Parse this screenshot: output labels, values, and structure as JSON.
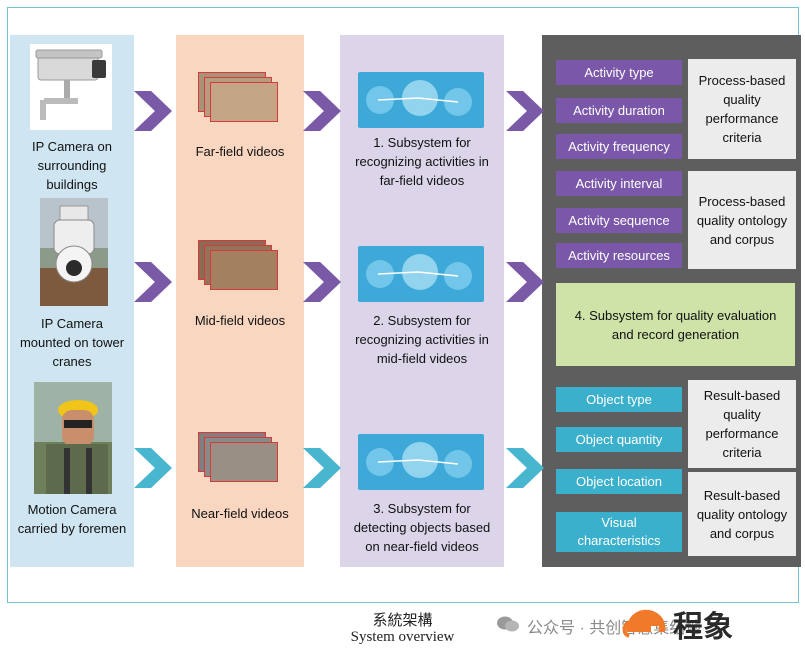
{
  "cameras": [
    {
      "label": "IP Camera on surrounding buildings",
      "icon": "ip-camera-icon"
    },
    {
      "label": "IP Camera mounted on tower cranes",
      "icon": "dome-camera-icon"
    },
    {
      "label": "Motion Camera carried by foremen",
      "icon": "worker-photo"
    }
  ],
  "videos": [
    {
      "label": "Far-field videos"
    },
    {
      "label": "Mid-field videos"
    },
    {
      "label": "Near-field videos"
    }
  ],
  "subsystems": [
    {
      "label": "1. Subsystem for recognizing activities in far-field videos"
    },
    {
      "label": "2. Subsystem for recognizing activities in mid-field videos"
    },
    {
      "label": "3. Subsystem for detecting objects based on near-field videos"
    }
  ],
  "outputs": {
    "activity_tags": [
      "Activity type",
      "Activity duration",
      "Activity frequency",
      "Activity interval",
      "Activity sequence",
      "Activity resources"
    ],
    "criteria_top": [
      "Process-based quality performance criteria",
      "Process-based quality ontology and corpus"
    ],
    "evaluation": "4. Subsystem for quality evaluation and record generation",
    "object_tags": [
      "Object type",
      "Object quantity",
      "Object location",
      "Visual characteristics"
    ],
    "criteria_bottom": [
      "Result-based quality performance criteria",
      "Result-based quality ontology and corpus"
    ]
  },
  "caption": {
    "zh": "系統架構",
    "en": "System overview"
  },
  "watermark": {
    "text": "公众号 · 共创智慧集结地",
    "logo_text": "程象"
  },
  "colors": {
    "purple": "#7a57a8",
    "teal": "#3bb0cc",
    "eval_green": "#cfe3a8",
    "output_bg": "#5e5e5e",
    "logo_orange": "#f07a2a"
  }
}
